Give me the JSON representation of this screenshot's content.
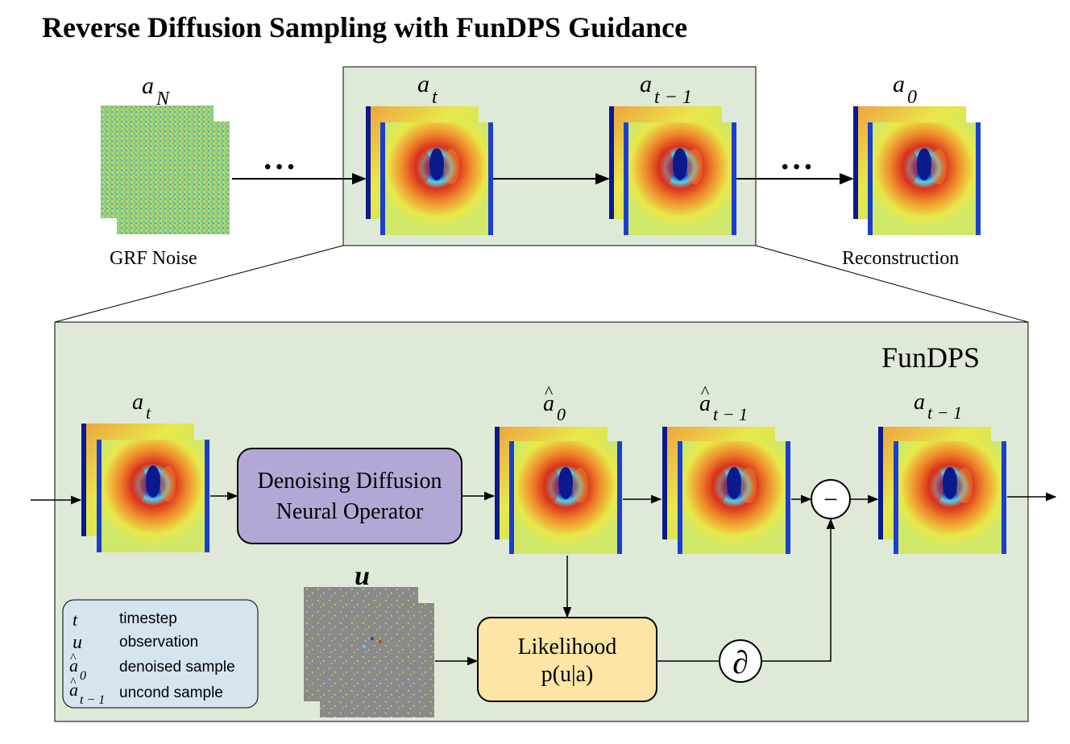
{
  "title": "Reverse Diffusion Sampling with FunDPS Guidance",
  "top": {
    "a_N": {
      "base": "a",
      "sub": "N"
    },
    "a_t": {
      "base": "a",
      "sub": "t"
    },
    "a_t_1": {
      "base": "a",
      "sub": "t − 1"
    },
    "a_0": {
      "base": "a",
      "sub": "0"
    },
    "grf_label": "GRF Noise",
    "recon_label": "Reconstruction",
    "ellipsis": "• • •"
  },
  "fundps": {
    "panel_title": "FunDPS",
    "a_t": {
      "base": "a",
      "sub": "t"
    },
    "ahat_0": {
      "base": "a",
      "hat": "^",
      "sub": "0"
    },
    "ahat_t_1": {
      "base": "a",
      "hat": "^",
      "sub": "t − 1"
    },
    "a_t_1": {
      "base": "a",
      "sub": "t − 1"
    },
    "u_label": "u",
    "denoiser_line1": "Denoising Diffusion",
    "denoiser_line2": "Neural Operator",
    "likelihood_line1": "Likelihood",
    "likelihood_line2": "p(u|a)",
    "minus_symbol": "−",
    "partial_symbol": "∂"
  },
  "legend": {
    "items": [
      {
        "symbol": "t",
        "desc": "timestep"
      },
      {
        "symbol": "u",
        "desc": "observation"
      },
      {
        "symbol": "a",
        "hat": "^",
        "sub": "0",
        "desc": "denoised sample"
      },
      {
        "symbol": "a",
        "hat": "^",
        "sub": "t − 1",
        "desc": "uncond sample"
      }
    ]
  },
  "colors": {
    "panel_bg": "#dfe9d8",
    "denoiser_fill": "#b4a7d6",
    "likelihood_fill": "#fce5a5",
    "legend_fill": "#d6e4f0",
    "field_blue": "#0a1a8c",
    "field_red": "#d8321e",
    "field_yellow": "#e8e84a",
    "field_cyan": "#5ad0e0"
  }
}
